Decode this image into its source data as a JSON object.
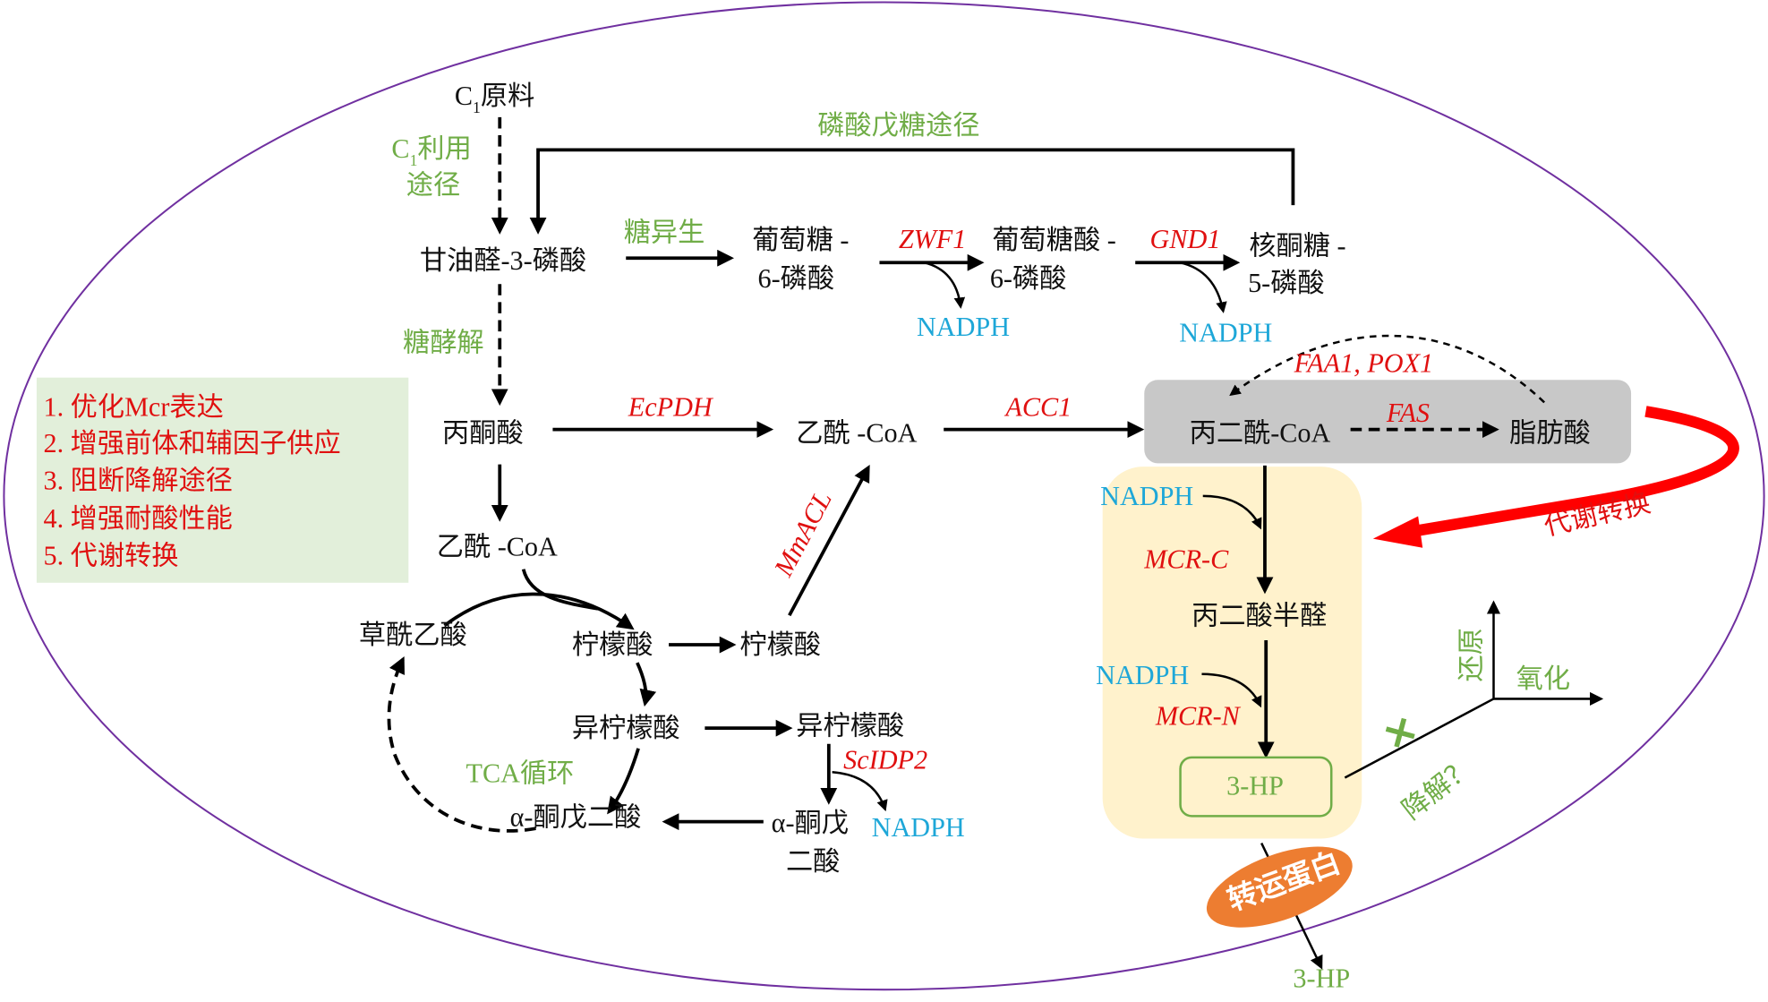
{
  "colors": {
    "membrane": "#7030a0",
    "black_text": "#111111",
    "green_text": "#70ad47",
    "red_text": "#e01010",
    "blue_text": "#1ea7d8",
    "legend_bg": "#e2efda",
    "gray_box": "#c8c8c8",
    "yellow_box": "#fff2cc",
    "transporter": "#ed7d31",
    "big_arrow": "#ff0000"
  },
  "metabolites": {
    "c1_feedstock": "C",
    "c1_feedstock_sub": "1",
    "c1_feedstock_suffix": "原料",
    "g3p": "甘油醛-3-磷酸",
    "g6p_line1": "葡萄糖 -",
    "g6p_line2": "6-磷酸",
    "gluconate6p_line1": "葡萄糖酸 -",
    "gluconate6p_line2": "6-磷酸",
    "ru5p_line1": "核酮糖 -",
    "ru5p_line2": "5-磷酸",
    "pyruvate": "丙酮酸",
    "acetyl_coa_cyto": "乙酰 -CoA",
    "acetyl_coa_mito": "乙酰 -CoA",
    "malonyl_coa": "丙二酰-CoA",
    "fatty_acid": "脂肪酸",
    "oxaloacetate": "草酰乙酸",
    "citrate_mito": "柠檬酸",
    "citrate_cyto": "柠檬酸",
    "isocitrate_mito": "异柠檬酸",
    "isocitrate_cyto": "异柠檬酸",
    "akg_mito": "α-酮戊二酸",
    "akg_cyto_line1": "α-酮戊",
    "akg_cyto_line2": "二酸",
    "malonate_semialdehyde": "丙二酸半醛",
    "three_hp_inside": "3-HP",
    "three_hp_outside": "3-HP"
  },
  "pathway_labels": {
    "c1_utilization_c": "C",
    "c1_utilization_sub": "1",
    "c1_utilization_line1": "利用",
    "c1_utilization_line2": "途径",
    "pentose_phosphate": "磷酸戊糖途径",
    "gluconeogenesis": "糖异生",
    "glycolysis": "糖酵解",
    "tca_cycle": "TCA循环",
    "reduction": "还原",
    "oxidation": "氧化",
    "degradation": "降解？",
    "metabolic_conversion": "代谢转换",
    "blocked_mark": "✕"
  },
  "enzymes": {
    "zwf1": "ZWF1",
    "gnd1": "GND1",
    "ecpdh": "EcPDH",
    "acc1": "ACC1",
    "faa1_pox1": "FAA1, POX1",
    "fas": "FAS",
    "mmacl": "MmACL",
    "scidp2": "ScIDP2",
    "mcr_c": "MCR-C",
    "mcr_n": "MCR-N"
  },
  "cofactors": {
    "nadph_zwf1": "NADPH",
    "nadph_gnd1": "NADPH",
    "nadph_scidp2": "NADPH",
    "nadph_mcrc": "NADPH",
    "nadph_mcrn": "NADPH"
  },
  "transporter": "转运蛋白",
  "strategies": {
    "items": [
      "1. 优化Mcr表达",
      "2. 增强前体和辅因子供应",
      "3. 阻断降解途径",
      "4. 增强耐酸性能",
      "5. 代谢转换"
    ]
  }
}
